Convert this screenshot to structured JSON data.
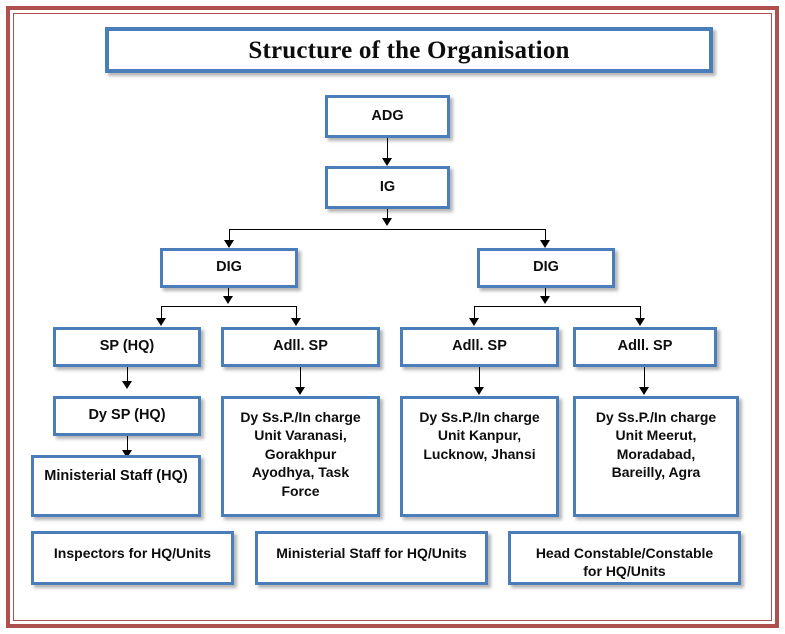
{
  "document": {
    "title": "Structure of the Organisation",
    "frame_color": "#b0504e",
    "box_border_color": "#4a7ebb"
  },
  "chart_data": {
    "type": "diagram",
    "title": "Structure of the Organisation",
    "nodes": [
      {
        "id": "adg",
        "label": "ADG",
        "level": 1
      },
      {
        "id": "ig",
        "label": "IG",
        "level": 2
      },
      {
        "id": "dig_left",
        "label": "DIG",
        "level": 3
      },
      {
        "id": "dig_right",
        "label": "DIG",
        "level": 3
      },
      {
        "id": "sp_hq",
        "label": "SP (HQ)",
        "level": 4
      },
      {
        "id": "addl_sp_1",
        "label": "Adll. SP",
        "level": 4
      },
      {
        "id": "addl_sp_2",
        "label": "Adll. SP",
        "level": 4
      },
      {
        "id": "addl_sp_3",
        "label": "Adll. SP",
        "level": 4
      },
      {
        "id": "dy_sp_hq",
        "label": "Dy SP (HQ)",
        "level": 5
      },
      {
        "id": "unit_1",
        "label": "Dy Ss.P./In charge\nUnit Varanasi,\nGorakhpur\nAyodhya, Task\nForce",
        "level": 5
      },
      {
        "id": "unit_2",
        "label": "Dy Ss.P./In charge\nUnit Kanpur,\nLucknow, Jhansi",
        "level": 5
      },
      {
        "id": "unit_3",
        "label": "Dy Ss.P./In charge\nUnit Meerut,\nMoradabad,\nBareilly, Agra",
        "level": 5
      },
      {
        "id": "min_staff_hq",
        "label": "Ministerial Staff (HQ)",
        "level": 6
      },
      {
        "id": "inspectors",
        "label": "Inspectors for HQ/Units",
        "level": 7
      },
      {
        "id": "min_staff",
        "label": "Ministerial Staff for HQ/Units",
        "level": 7
      },
      {
        "id": "constables",
        "label": "Head Constable/Constable\nfor HQ/Units",
        "level": 7
      }
    ],
    "edges": [
      {
        "from": "adg",
        "to": "ig"
      },
      {
        "from": "ig",
        "to": "dig_left"
      },
      {
        "from": "ig",
        "to": "dig_right"
      },
      {
        "from": "dig_left",
        "to": "sp_hq"
      },
      {
        "from": "dig_left",
        "to": "addl_sp_1"
      },
      {
        "from": "dig_right",
        "to": "addl_sp_2"
      },
      {
        "from": "dig_right",
        "to": "addl_sp_3"
      },
      {
        "from": "sp_hq",
        "to": "dy_sp_hq"
      },
      {
        "from": "addl_sp_1",
        "to": "unit_1"
      },
      {
        "from": "addl_sp_2",
        "to": "unit_2"
      },
      {
        "from": "addl_sp_3",
        "to": "unit_3"
      },
      {
        "from": "dy_sp_hq",
        "to": "min_staff_hq"
      }
    ]
  }
}
